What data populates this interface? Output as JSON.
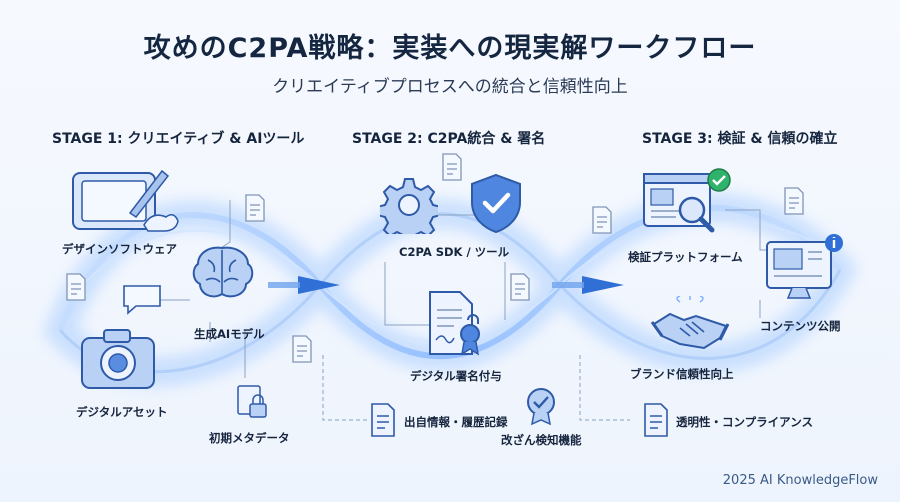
{
  "title": "攻めのC2PA戦略：実装への現実解ワークフロー",
  "subtitle": "クリエイティブプロセスへの統合と信頼性向上",
  "stages": [
    {
      "heading": "STAGE 1: クリエイティブ & AIツール",
      "items": [
        "デザインソフトウェア",
        "生成AIモデル",
        "デジタルアセット",
        "初期メタデータ"
      ]
    },
    {
      "heading": "STAGE 2: C2PA統合 & 署名",
      "items": [
        "C2PA SDK / ツール",
        "デジタル署名付与",
        "出自情報・履歴記録",
        "改ざん検知機能"
      ]
    },
    {
      "heading": "STAGE 3: 検証 & 信頼の確立",
      "items": [
        "検証プラットフォーム",
        "コンテンツ公開",
        "ブランド信頼性向上",
        "透明性・コンプライアンス"
      ]
    }
  ],
  "footer": "2025 AI KnowledgeFlow",
  "colors": {
    "accent": "#3f7be0",
    "glow": "#9cc6ff",
    "icon_fill": "#dbe8fb",
    "icon_stroke": "#2e5aa8"
  }
}
